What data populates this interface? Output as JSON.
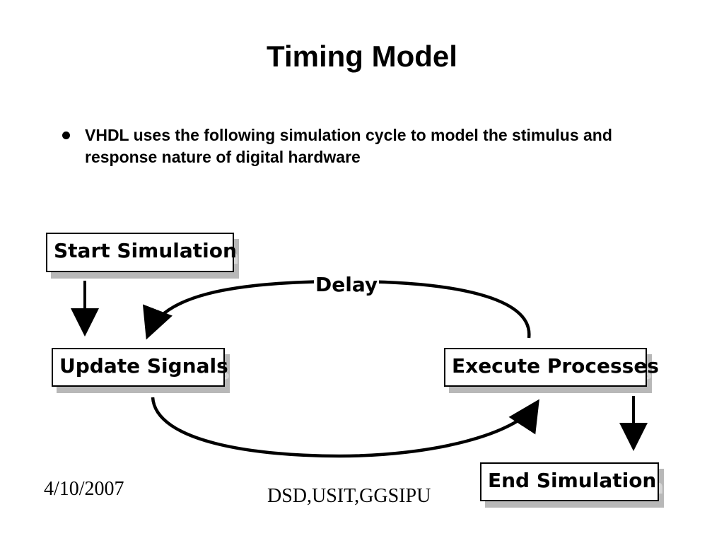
{
  "slide": {
    "title": "Timing Model",
    "bullet": "VHDL uses the following simulation cycle to model the stimulus and response nature of digital hardware"
  },
  "diagram": {
    "nodes": {
      "start": "Start Simulation",
      "update": "Update Signals",
      "execute": "Execute Processes",
      "end": "End Simulation"
    },
    "edge_label": "Delay"
  },
  "footer": {
    "date": "4/10/2007",
    "org": "DSD,USIT,GGSIPU"
  }
}
